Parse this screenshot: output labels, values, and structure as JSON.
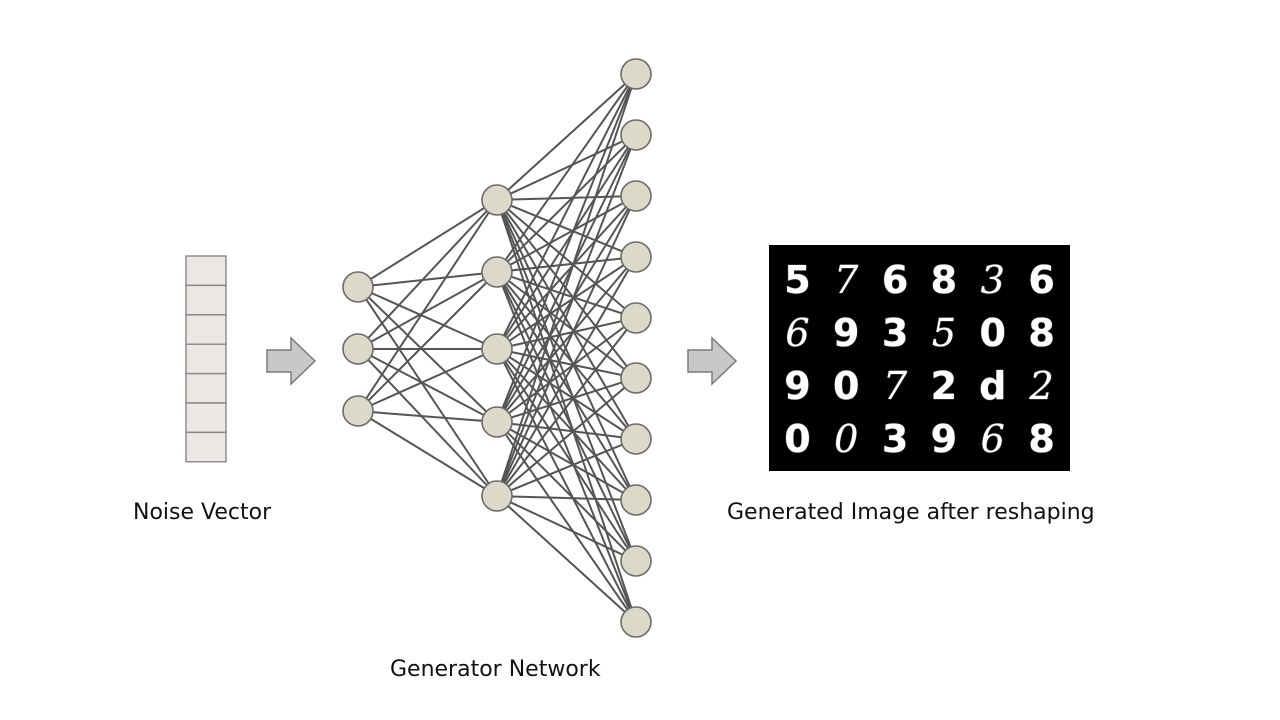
{
  "labels": {
    "noise_vector": "Noise Vector",
    "generator_network": "Generator Network",
    "generated_image": "Generated Image after reshaping"
  },
  "noise_vector": {
    "cell_count": 7
  },
  "network": {
    "layers": [
      3,
      5,
      10
    ],
    "node_fill": "#dcd9c8",
    "node_stroke": "#6b6b6b",
    "edge_color": "#555555",
    "fully_connected": true
  },
  "arrows": {
    "fill": "#c8c8c8",
    "stroke": "#7a7a7a"
  },
  "generated_image": {
    "background": "#000000",
    "rows": [
      [
        "5",
        "7",
        "6",
        "8",
        "3",
        "6"
      ],
      [
        "6",
        "9",
        "3",
        "5",
        "0",
        "8"
      ],
      [
        "9",
        "0",
        "7",
        "2",
        "d",
        "2"
      ],
      [
        "0",
        "0",
        "3",
        "9",
        "6",
        "8"
      ]
    ]
  }
}
